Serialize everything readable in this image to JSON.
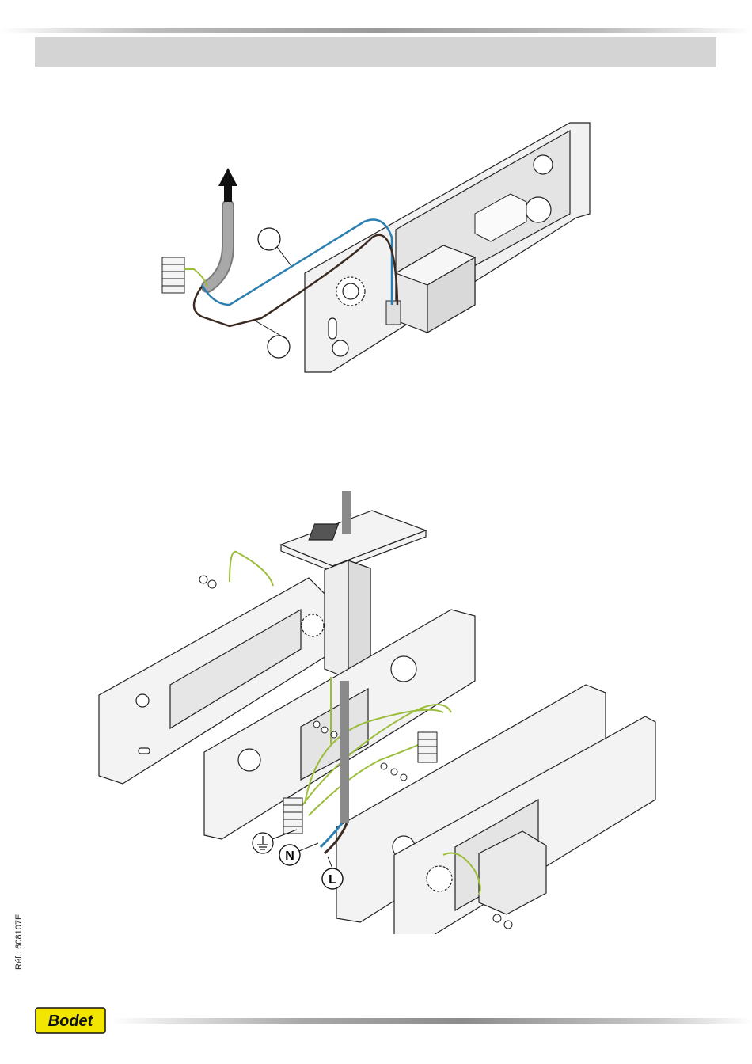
{
  "header": {
    "title": ""
  },
  "figure_top": {
    "callouts": [
      "",
      ""
    ]
  },
  "figure_bottom": {
    "labels": {
      "neutral": "N",
      "live": "L"
    }
  },
  "footer": {
    "reference": "Réf.: 608107E",
    "logo_text": "Bodet",
    "logo_color": "#f2e600"
  },
  "colors": {
    "wire_blue": "#2a7fb0",
    "wire_brown": "#3a2a22",
    "wire_earth": "#9bbd3a",
    "cable_grey": "#9a9a9a",
    "plate_fill": "#f1f1f1",
    "title_band": "#d4d4d4"
  }
}
